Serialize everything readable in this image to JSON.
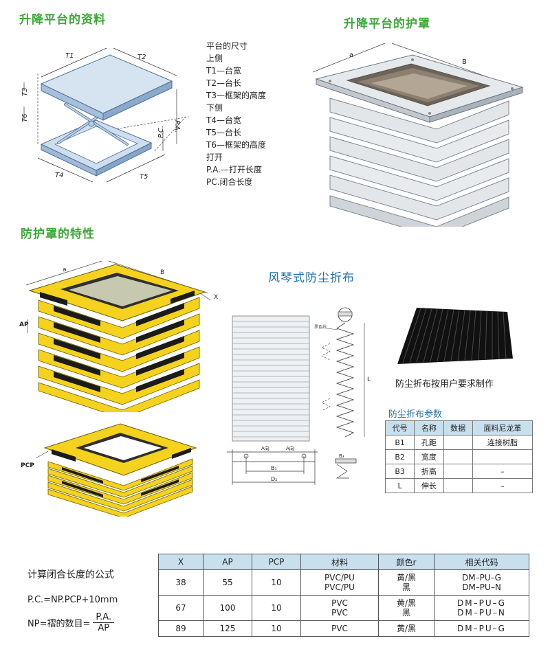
{
  "sections": {
    "lift_info_title": "升降平台的资料",
    "lift_cover_title": "升降平台的护罩",
    "cover_features_title": "防护罩的特性",
    "accordion_title": "风琴式防尘折布"
  },
  "lift_spec_list": [
    "平台的尺寸",
    "上侧",
    "T1—台宽",
    "T2—台长",
    "T3—框架的高度",
    "下侧",
    "T4—台宽",
    "T5—台长",
    "T6—框架的高度",
    "打开",
    "P.A.—打开长度",
    "PC.闭合长度"
  ],
  "lift_diagram_labels": {
    "t1": "T1",
    "t2": "T2",
    "t3": "T3",
    "t4": "T4",
    "t5": "T5",
    "t6": "T6",
    "pa": "P.A.",
    "pc": "P.C."
  },
  "cover_diagram_labels": {
    "a": "a",
    "b": "B"
  },
  "feature_diagram_labels": {
    "a": "a",
    "b": "B",
    "x": "X",
    "ap": "AP",
    "pcp": "PCP"
  },
  "accordion_drawing_labels": {
    "a_dir": "A向",
    "a_view": "A向",
    "b1": "B₁",
    "d2": "D₂",
    "l": "L",
    "b3": "B₃",
    "color_line": "黑色线"
  },
  "dust_cloth_caption": "防尘折布按用户要求制作",
  "dust_params": {
    "title": "防尘折布参数",
    "headers": [
      "代号",
      "名称",
      "数据",
      "面料尼龙革"
    ],
    "rows": [
      [
        "B1",
        "孔距",
        "",
        "连接树脂"
      ],
      [
        "B2",
        "宽度",
        "",
        ""
      ],
      [
        "B3",
        "折高",
        "",
        "–"
      ],
      [
        "L",
        "伸长",
        "",
        "–"
      ]
    ]
  },
  "formula": {
    "title": "计算闭合长度的公式",
    "line1": "P.C.=NP.PCP+10mm",
    "line2_left": "NP=褶的数目=",
    "numerator": "P.A.",
    "denominator": "AP"
  },
  "spec_table": {
    "headers": [
      "X",
      "AP",
      "PCP",
      "材料",
      "颜色r",
      "相关代码"
    ],
    "rows": [
      {
        "x": "38",
        "ap": "55",
        "pcp": "10",
        "material": [
          "PVC/PU",
          "PVC/PU"
        ],
        "color": [
          "黄/黑",
          "黑"
        ],
        "code": [
          "DM–PU–G",
          "DM–PU–N"
        ]
      },
      {
        "x": "67",
        "ap": "100",
        "pcp": "10",
        "material": [
          "PVC",
          "PVC"
        ],
        "color": [
          "黄/黑",
          "黑"
        ],
        "code": [
          "DM–PU–G",
          "DM–PU–N"
        ]
      },
      {
        "x": "89",
        "ap": "125",
        "pcp": "10",
        "material": [
          "PVC"
        ],
        "color": [
          "黄/黑"
        ],
        "code": [
          "DM–PU–G"
        ]
      }
    ]
  },
  "colors": {
    "heading_green": "#3aa935",
    "heading_blue": "#1f6fb5",
    "table_header": "#c8dfee",
    "platform_steel": "#b9cfe6",
    "bellows_yellow": "#f4d21d",
    "bellows_black": "#1b1b1b"
  }
}
